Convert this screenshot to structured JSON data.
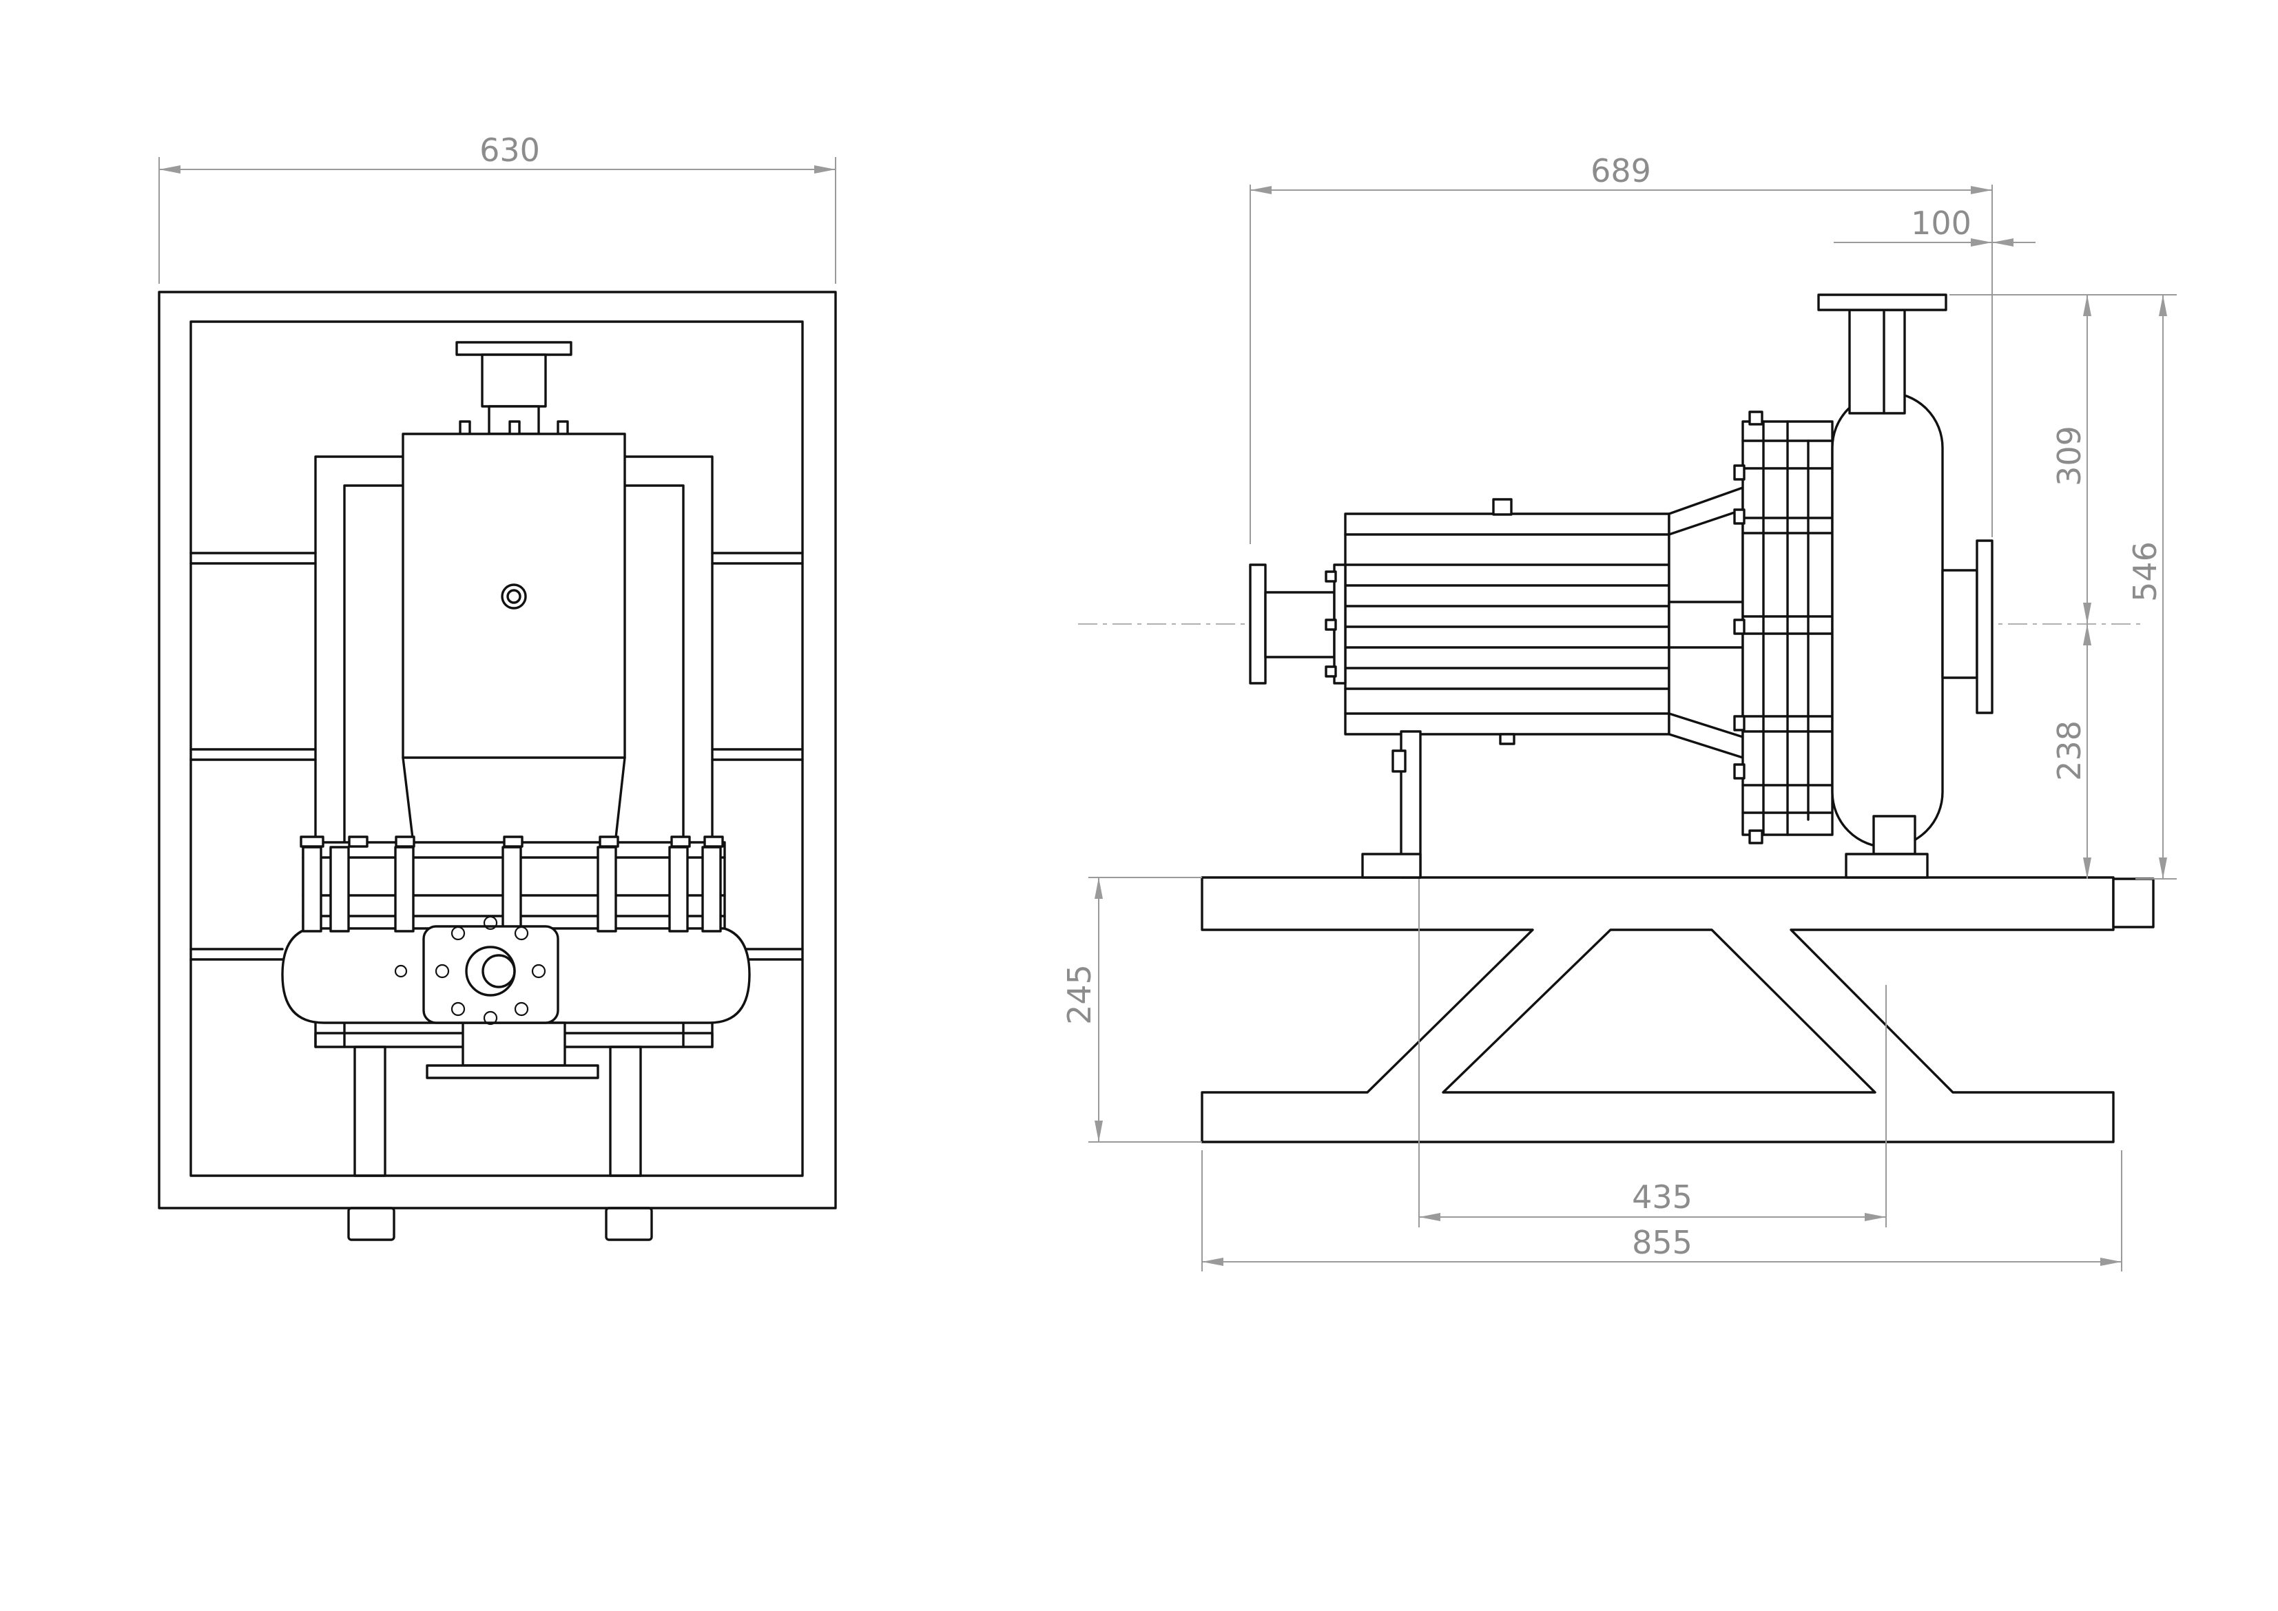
{
  "drawing": {
    "front_view": {
      "overall_width": "630"
    },
    "side_view": {
      "overall_length": "689",
      "outlet_offset": "100",
      "total_height": "546",
      "upper_height": "309",
      "lower_height": "238",
      "frame_height": "245",
      "frame_inner_length": "435",
      "frame_length": "855"
    }
  },
  "colors": {
    "line": "#111111",
    "dimension": "#9a9a9a",
    "background": "#ffffff"
  }
}
